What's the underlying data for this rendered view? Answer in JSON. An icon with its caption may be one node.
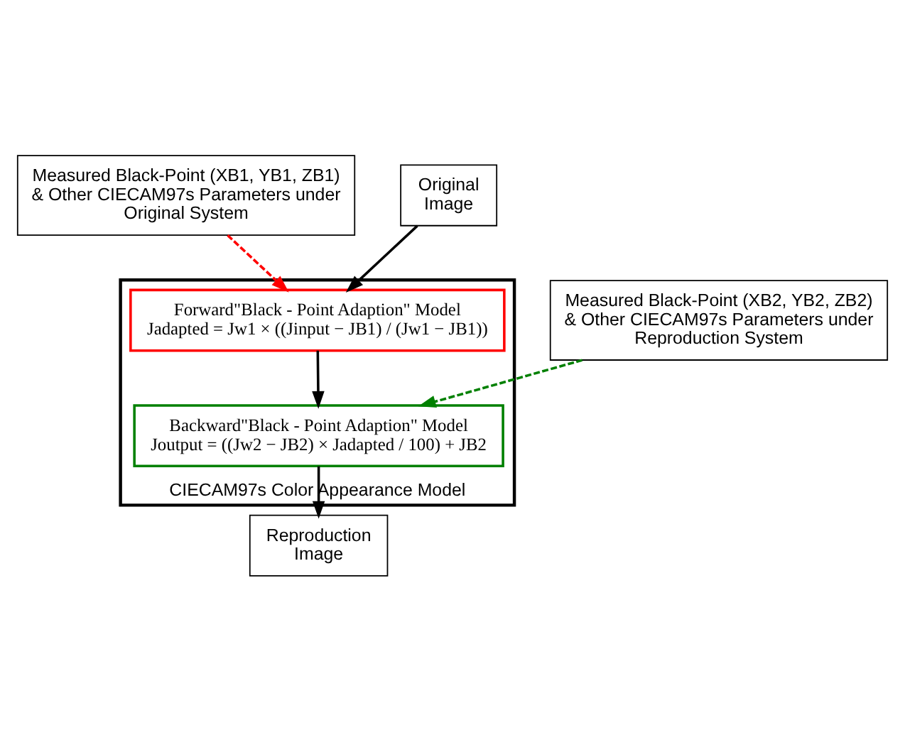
{
  "diagram": {
    "nodes": [
      {
        "text": [
          "Measured Black-Point (XB1, YB1, ZB1) & Other CIECAM97s Parameters under Original System"
        ]
      },
      {
        "text": [
          "Original Image"
        ]
      },
      {
        "text": [
          "CIECAM97s Color Appearance Model"
        ]
      },
      {
        "text": [
          "Forward\"Black - Point Adaption\" Model",
          "Jadapted = Jw1 × ((Jinput − JB1) / (Jw1 − JB1))"
        ],
        "in": 2
      },
      {
        "text": [
          "Backward\"Black - Point Adaption\" Model",
          "Joutput = ((Jw2 − JB2) × Jadapted / 100) + JB2"
        ],
        "in": 2
      },
      {
        "text": [
          "Reproduction Image"
        ]
      },
      {
        "text": [
          "Measured Black-Point (XB2, YB2, ZB2) & Other CIECAM97s Parameters under Reproduction System"
        ]
      }
    ],
    "edges": [
      {
        "from": 0,
        "to": 3,
        "arrow": "to",
        "style": "dashed",
        "color": "#ff0000"
      },
      {
        "from": 1,
        "to": 3,
        "arrow": "to"
      },
      {
        "from": 3,
        "to": 4,
        "arrow": "to"
      },
      {
        "from": 4,
        "to": 5,
        "arrow": "to"
      },
      {
        "from": 6,
        "to": 4,
        "arrow": "to",
        "style": "dashed",
        "color": "#008000"
      }
    ]
  }
}
